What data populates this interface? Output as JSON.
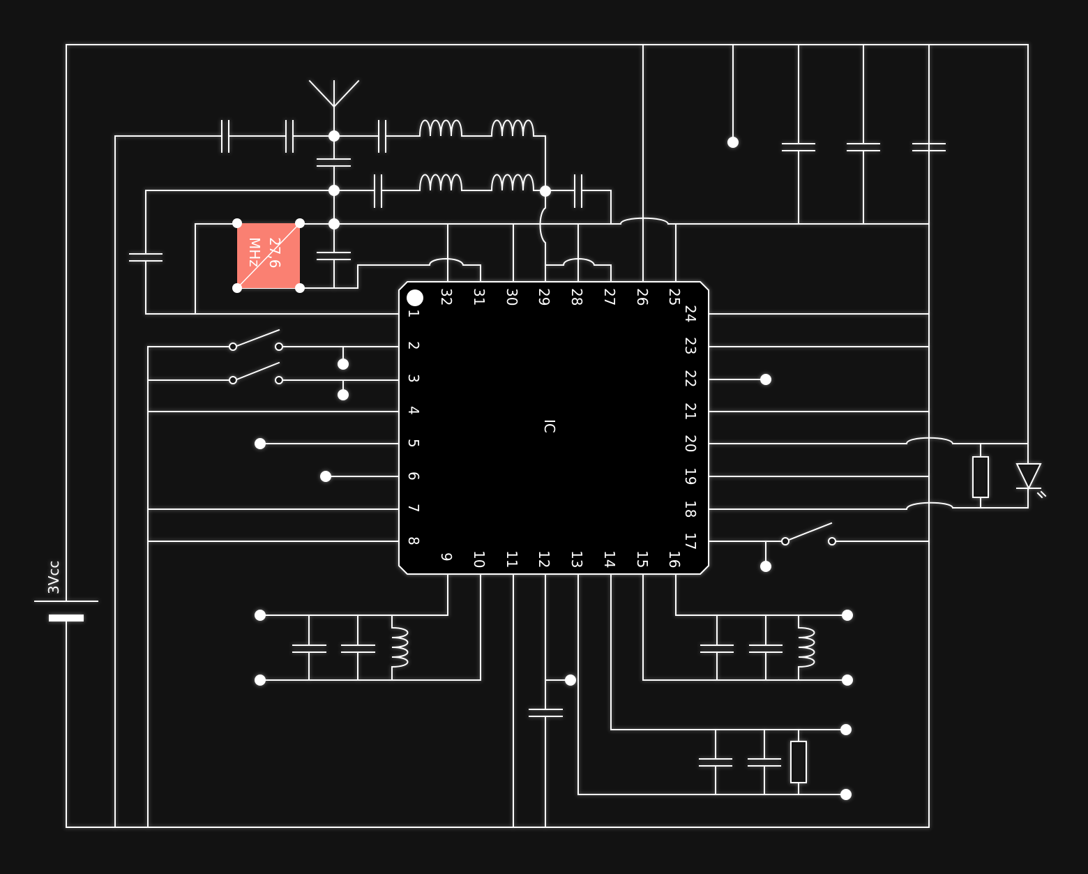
{
  "ic": {
    "label": "IC",
    "pins_top": [
      "32",
      "31",
      "30",
      "29",
      "28",
      "27",
      "26",
      "25"
    ],
    "pins_left": [
      "1",
      "2",
      "3",
      "4",
      "5",
      "6",
      "7",
      "8"
    ],
    "pins_bottom": [
      "9",
      "10",
      "11",
      "12",
      "13",
      "14",
      "15",
      "16"
    ],
    "pins_right": [
      "24",
      "23",
      "22",
      "21",
      "20",
      "19",
      "18",
      "17"
    ]
  },
  "crystal": {
    "line1": "27,6",
    "line2": "MHz",
    "fill": "#fa8072"
  },
  "battery": {
    "label": "3Vcc"
  },
  "colors": {
    "background": "#121212",
    "wire": "#ffffff",
    "crystal": "#fa8072"
  }
}
